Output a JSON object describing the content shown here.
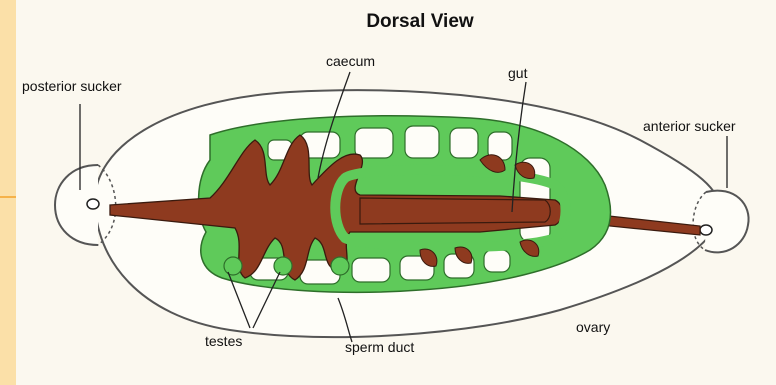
{
  "title": "Dorsal View",
  "labels": {
    "posterior_sucker": "posterior sucker",
    "caecum": "caecum",
    "gut": "gut",
    "anterior_sucker": "anterior sucker",
    "testes": "testes",
    "sperm_duct": "sperm duct",
    "ovary": "ovary"
  },
  "colors": {
    "background": "#fbf8ef",
    "sidebar": "#fbe0a8",
    "gut": "#8e3a1f",
    "caecum_green": "#5fca5a",
    "outline": "#4a4a4a"
  }
}
